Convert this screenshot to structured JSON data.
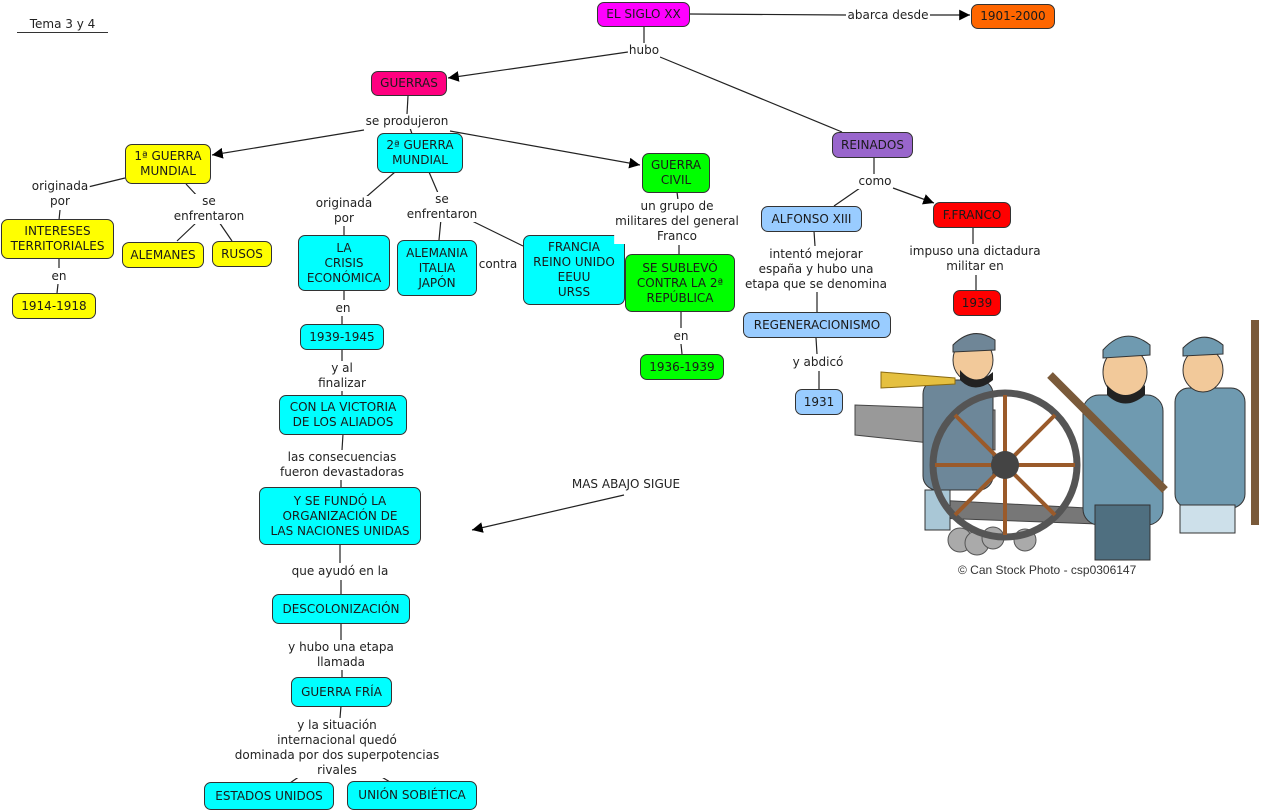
{
  "title": "Tema 3 y 4",
  "nodes": {
    "siglo": "EL SIGLO XX",
    "years_1901": "1901-2000",
    "guerras": "GUERRAS",
    "reinados": "REINADOS",
    "gm1": "1ª GUERRA\nMUNDIAL",
    "gm2": "2ª GUERRA\nMUNDIAL",
    "civil": "GUERRA\nCIVIL",
    "intereses": "INTERESES\nTERRITORIALES",
    "y1914": "1914-1918",
    "alemanes": "ALEMANES",
    "rusos": "RUSOS",
    "crisis": "LA\nCRISIS\nECONÓMICA",
    "eje": "ALEMANIA\nITALIA\nJAPÓN",
    "aliados": "FRANCIA\nREINO UNIDO\nEEUU\nURSS",
    "sublevo": "SE SUBLEVÓ\nCONTRA LA 2ª\nREPÚBLICA",
    "y1936": "1936-1939",
    "y1939_45": "1939-1945",
    "victoria": "CON LA VICTORIA\nDE LOS ALIADOS",
    "onu": "Y SE FUNDÓ LA\nORGANIZACIÓN DE\nLAS NACIONES UNIDAS",
    "descol": "DESCOLONIZACIÓN",
    "fria": "GUERRA FRÍA",
    "eeuu": "ESTADOS UNIDOS",
    "urss": "UNIÓN SOBIÉTICA",
    "alfonso": "ALFONSO XIII",
    "franco": "F.FRANCO",
    "regen": "REGENERACIONISMO",
    "y1931": "1931",
    "y1939": "1939"
  },
  "links": {
    "abarca": "abarca desde",
    "hubo": "hubo",
    "produjeron": "se produjeron",
    "originada1": "originada\npor",
    "enfrentaron1": "se\nenfrentaron",
    "en1": "en",
    "originada2": "originada\npor",
    "enfrentaron2": "se\nenfrentaron",
    "contra": "contra",
    "grupo": "un grupo de\nmilitares del general\nFranco",
    "en_civil": "en",
    "en2": "en",
    "finalizar": "y al\nfinalizar",
    "consecuencias": "las consecuencias\nfueron devastadoras",
    "ayudo": "que ayudó en la",
    "etapa": "y hubo una etapa\nllamada",
    "situacion": "y la situación\ninternacional quedó\ndominada por dos superpotencias\nrivales",
    "como": "como",
    "intento": "intentó mejorar\nespaña y hubo una\netapa que se denomina",
    "abdico": "y abdicó",
    "impuso": "impuso una dictadura\nmilitar en",
    "mas_abajo": "MAS ABAJO SIGUE"
  },
  "illustration": {
    "icon": "soldiers-cannon-illustration",
    "credit": "© Can Stock Photo - csp0306147"
  }
}
